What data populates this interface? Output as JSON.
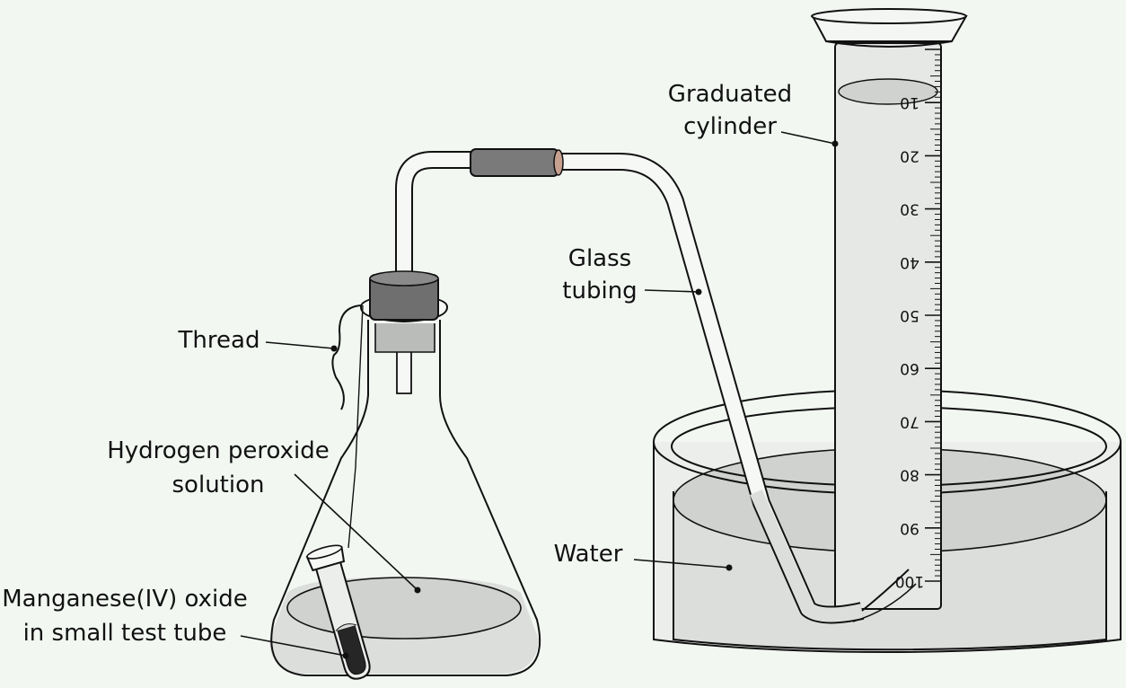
{
  "labels": {
    "graduated_cylinder": [
      "Graduated",
      "cylinder"
    ],
    "glass_tubing": [
      "Glass",
      "tubing"
    ],
    "thread": "Thread",
    "hydrogen_peroxide": [
      "Hydrogen peroxide",
      "solution"
    ],
    "water": "Water",
    "manganese_oxide": [
      "Manganese(IV) oxide",
      "in small test tube"
    ]
  },
  "cylinder_scale": [
    "10",
    "20",
    "30",
    "40",
    "50",
    "60",
    "70",
    "80",
    "90",
    "100"
  ],
  "colors": {
    "background": "#f2f7f2",
    "liquid": "#dcdedc",
    "liquid_surface": "#c9ccc9",
    "stopper": "#6f6f6f",
    "connector": "#7a7a7a",
    "manganese_oxide": "#262626"
  }
}
